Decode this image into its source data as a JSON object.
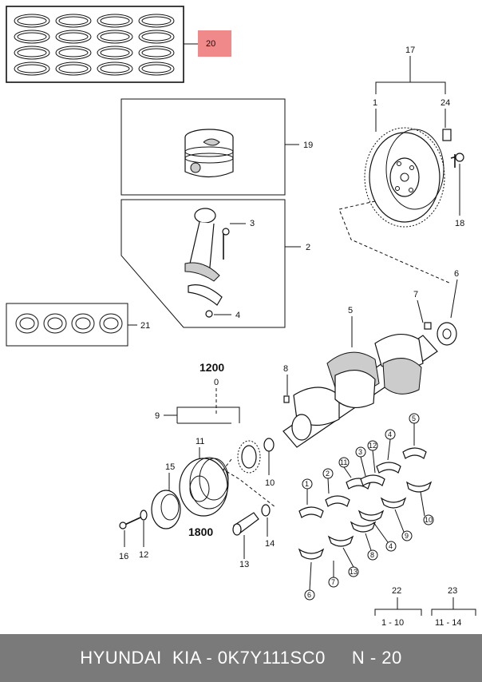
{
  "callouts": {
    "c1": "1",
    "c2": "2",
    "c3": "3",
    "c4": "4",
    "c5": "5",
    "c6": "6",
    "c7": "7",
    "c8": "8",
    "c9": "9",
    "c10": "10",
    "c11": "11",
    "c12": "12",
    "c13": "13",
    "c14": "14",
    "c15": "15",
    "c16": "16",
    "c17": "17",
    "c18": "18",
    "c19": "19",
    "c20": "20",
    "c21": "21",
    "c22": "22",
    "c23": "23",
    "c24": "24"
  },
  "torque": {
    "upper": "1200",
    "lower": "1800"
  },
  "bearing_callouts": {
    "b1": "1",
    "b2": "2",
    "b3": "3",
    "b4": "4",
    "b5": "5",
    "b6": "6",
    "b7": "7",
    "b8": "8",
    "b9": "9",
    "b10": "10",
    "b11": "11",
    "b12": "12",
    "b13": "13"
  },
  "ranges": {
    "r22": "1 - 10",
    "r23": "11 - 14"
  },
  "highlight_color": "#f08a8a",
  "footer": {
    "text": "HYUNDAI  KIA - 0K7Y111SC0     N - 20"
  }
}
